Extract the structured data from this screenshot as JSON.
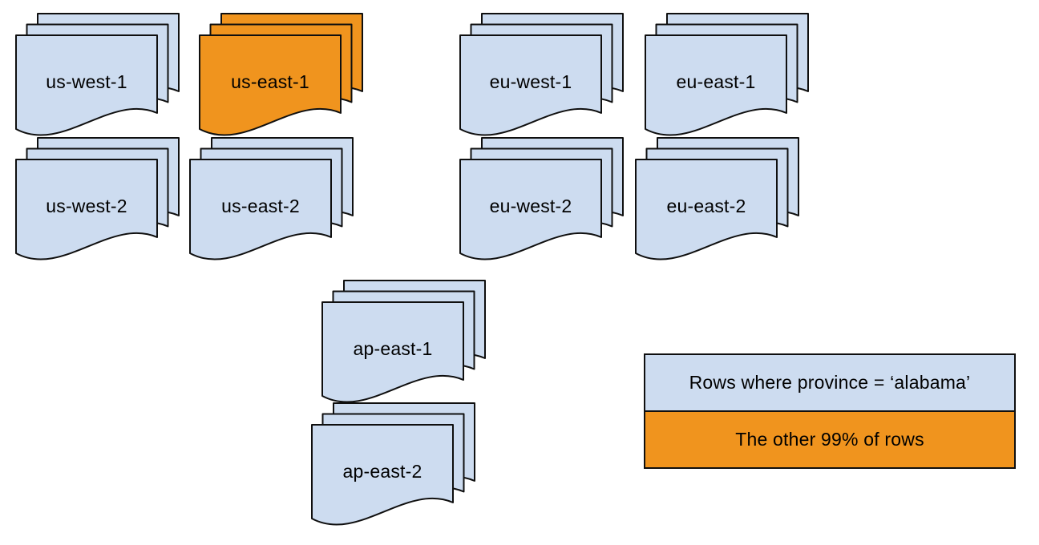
{
  "colors": {
    "light_blue": "#cddcf0",
    "orange": "#f0941e",
    "stroke": "#0f0f0f",
    "background": "#ffffff"
  },
  "stacks": [
    {
      "id": "us-west-1",
      "label": "us-west-1",
      "variant": "default"
    },
    {
      "id": "us-east-1",
      "label": "us-east-1",
      "variant": "highlight"
    },
    {
      "id": "eu-west-1",
      "label": "eu-west-1",
      "variant": "default"
    },
    {
      "id": "eu-east-1",
      "label": "eu-east-1",
      "variant": "default"
    },
    {
      "id": "us-west-2",
      "label": "us-west-2",
      "variant": "default"
    },
    {
      "id": "us-east-2",
      "label": "us-east-2",
      "variant": "default"
    },
    {
      "id": "eu-west-2",
      "label": "eu-west-2",
      "variant": "default"
    },
    {
      "id": "eu-east-2",
      "label": "eu-east-2",
      "variant": "default"
    },
    {
      "id": "ap-east-1",
      "label": "ap-east-1",
      "variant": "default"
    },
    {
      "id": "ap-east-2",
      "label": "ap-east-2",
      "variant": "default"
    }
  ],
  "legend": {
    "items": [
      {
        "label": "Rows where province = ‘alabama’",
        "variant": "default"
      },
      {
        "label": "The other 99% of rows",
        "variant": "highlight"
      }
    ]
  }
}
